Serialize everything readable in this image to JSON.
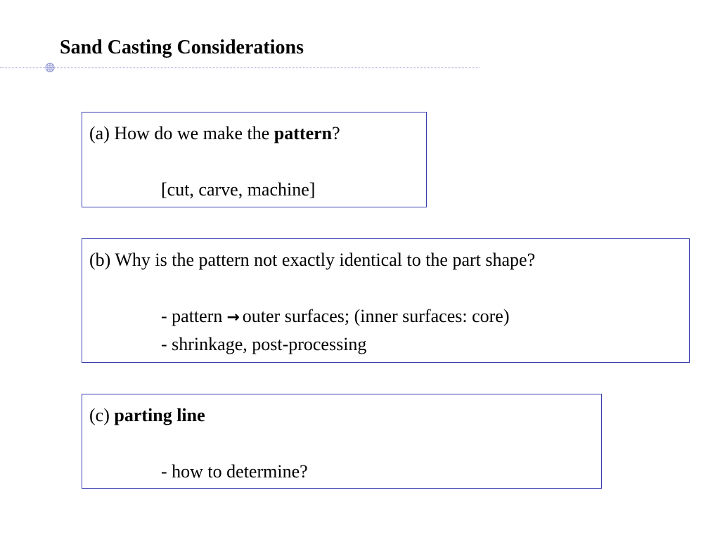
{
  "slide": {
    "title": "Sand Casting Considerations"
  },
  "boxes": {
    "a": {
      "question_prefix": "(a) How do we make the ",
      "question_bold": "pattern",
      "question_suffix": "?",
      "answer_lines": [
        "[cut, carve, machine]"
      ]
    },
    "b": {
      "question": "(b) Why is the pattern not exactly identical to the part shape?",
      "answer_line1_before_arrow": "- pattern",
      "arrow_glyph": "→",
      "answer_line1_after_arrow": "outer surfaces; (inner surfaces: core)",
      "answer_line2": "- shrinkage, post-processing"
    },
    "c": {
      "question_prefix": "(c) ",
      "question_bold": "parting line",
      "answer_lines": [
        "- how to determine?"
      ]
    }
  },
  "colors": {
    "box_border": "#3a3fb0",
    "rule": "#8a8fd0",
    "text": "#000000"
  }
}
